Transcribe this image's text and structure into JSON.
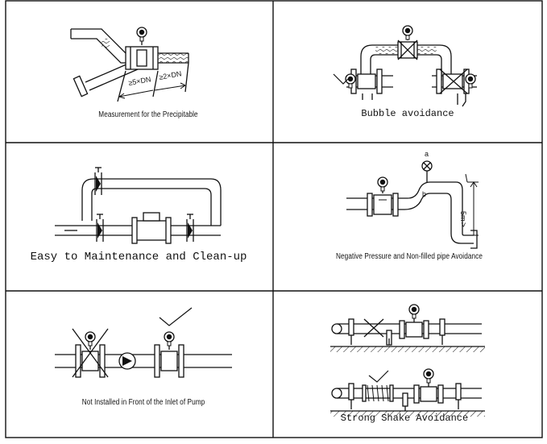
{
  "panels": {
    "precipitable": {
      "caption": "Measurement for the Precipitable",
      "dim_upstream": "≥5×DN",
      "dim_downstream": "≥2×DN"
    },
    "bubble": {
      "caption": "Bubble avoidance"
    },
    "maintenance": {
      "caption": "Easy to Maintenance and Clean-up"
    },
    "negative_pressure": {
      "caption": "Negative Pressure and Non-filled pipe Avoidance",
      "label_a": "a",
      "label_b": "b",
      "height_label": "5m",
      "gt_sign": ">"
    },
    "pump": {
      "caption": "Not Installed in Front of the Inlet of Pump"
    },
    "shake": {
      "caption": "Strong Shake Avoidance"
    }
  },
  "colors": {
    "line": "#111111",
    "background": "#ffffff"
  }
}
